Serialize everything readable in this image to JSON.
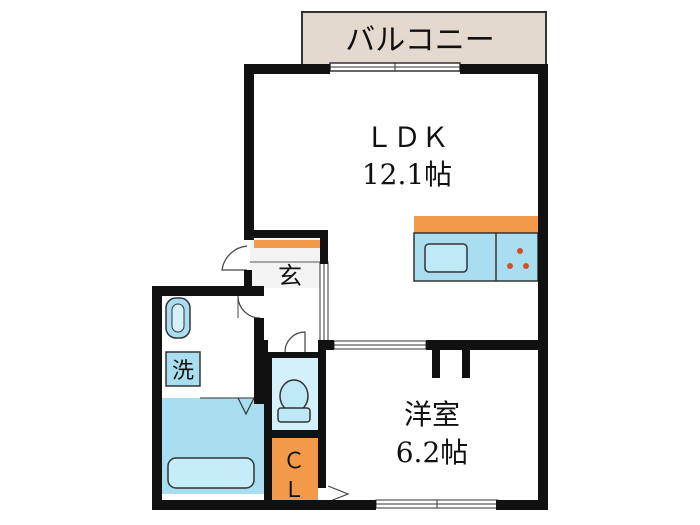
{
  "balcony": {
    "label": "バルコニー"
  },
  "ldk": {
    "name": "ＬＤＫ",
    "size": "12.1帖"
  },
  "bedroom": {
    "name": "洋室",
    "size": "6.2帖"
  },
  "entrance": {
    "label": "玄"
  },
  "washer": {
    "label": "洗"
  },
  "closet": {
    "line1": "Ｃ",
    "line2": "Ｌ"
  },
  "colors": {
    "wall": "#111111",
    "balcony_fill": "#e4d9cf",
    "counter": "#f29a4a",
    "fixture_blue": "#a8def0",
    "closet_fill": "#f29a4a",
    "burner_dot": "#d0502a"
  }
}
